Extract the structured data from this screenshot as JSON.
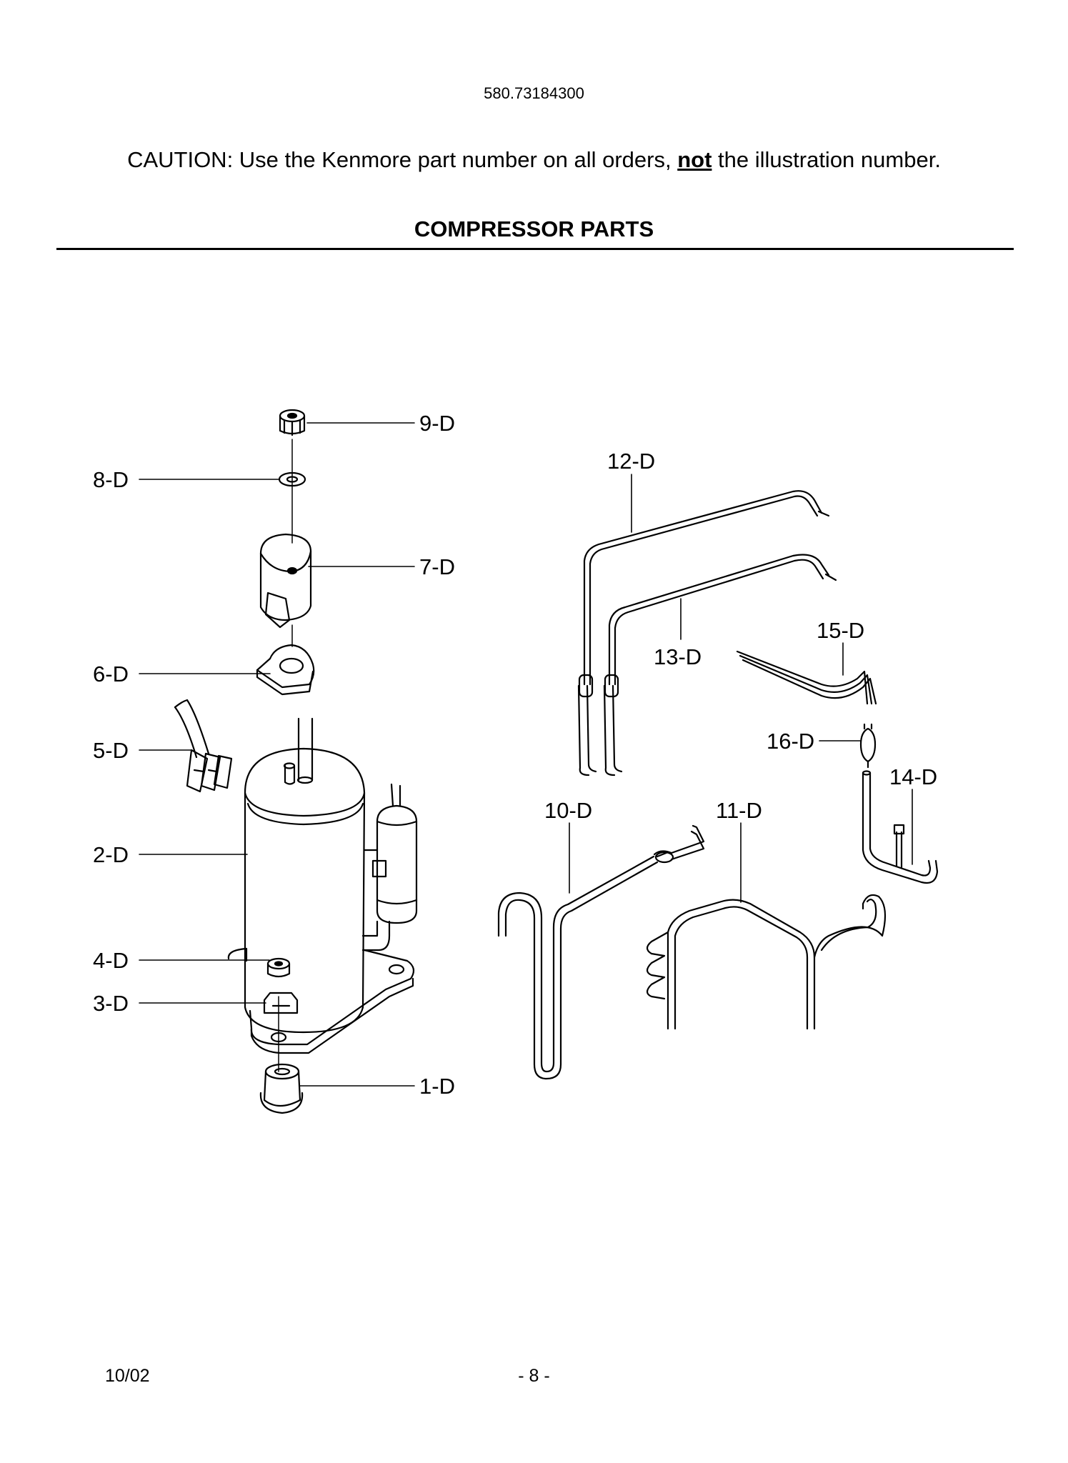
{
  "header": {
    "model_number": "580.73184300",
    "caution_prefix": "CAUTION: Use the Kenmore part number on all orders, ",
    "caution_emphasis": "not",
    "caution_suffix": " the illustration number.",
    "section_title": "COMPRESSOR PARTS"
  },
  "diagram": {
    "callouts": {
      "p1": "1-D",
      "p2": "2-D",
      "p3": "3-D",
      "p4": "4-D",
      "p5": "5-D",
      "p6": "6-D",
      "p7": "7-D",
      "p8": "8-D",
      "p9": "9-D",
      "p10": "10-D",
      "p11": "11-D",
      "p12": "12-D",
      "p13": "13-D",
      "p14": "14-D",
      "p15": "15-D",
      "p16": "16-D"
    }
  },
  "footer": {
    "date": "10/02",
    "page": "- 8 -"
  }
}
